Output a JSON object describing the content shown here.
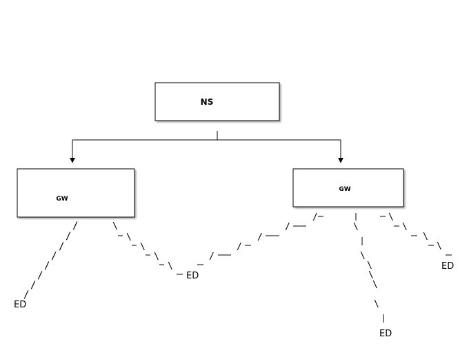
{
  "diagram": {
    "nodes": {
      "ns": {
        "label": "NS"
      },
      "gw_left": {
        "label": "GW"
      },
      "gw_right": {
        "label": "GW"
      }
    },
    "end_devices": [
      {
        "label": "ED"
      },
      {
        "label": "ED"
      },
      {
        "label": "ED"
      },
      {
        "label": "ED"
      }
    ]
  },
  "ascii_links": [
    {
      "glyph": "/",
      "label": "left gateway to ED far left"
    },
    {
      "glyph": "\\",
      "label": "left gateway to ED middle"
    },
    {
      "glyph": "/",
      "label": "right gateway to ED middle"
    },
    {
      "glyph": "|",
      "label": "right gateway to ED bottom"
    },
    {
      "glyph": "\\",
      "label": "right gateway to ED right"
    }
  ]
}
